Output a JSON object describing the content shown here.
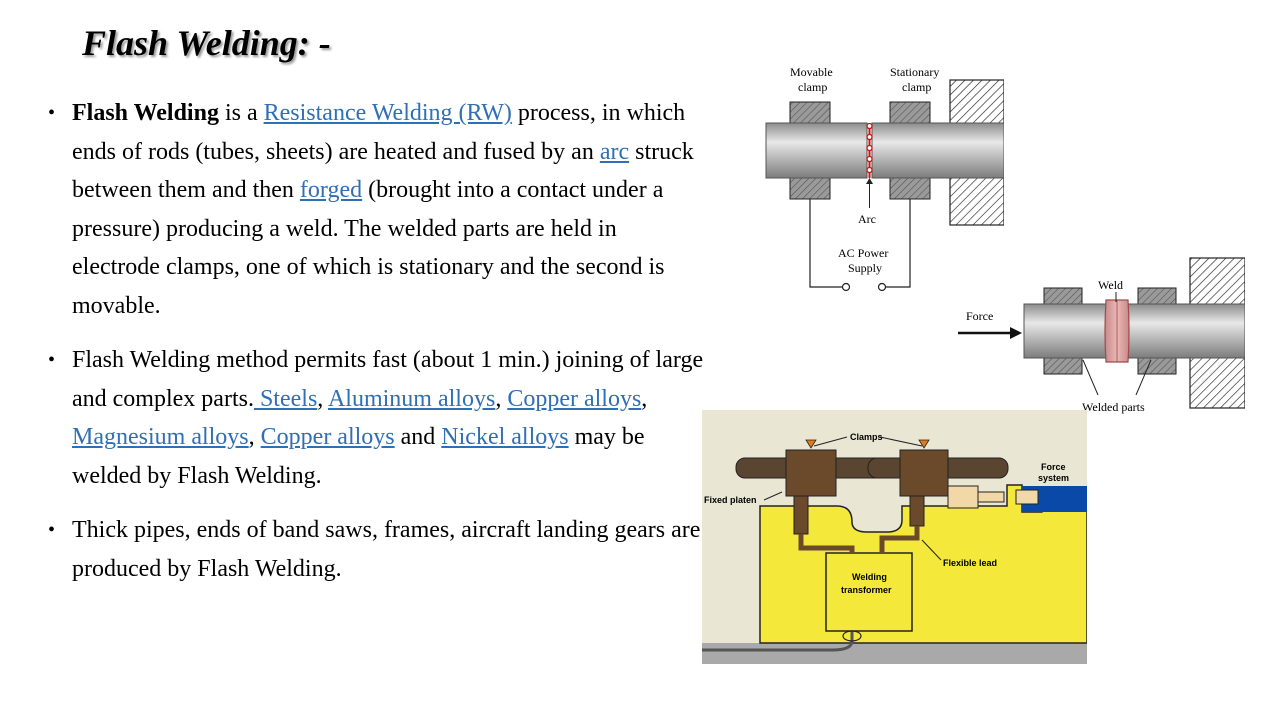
{
  "slide": {
    "title": "Flash Welding: -",
    "bullets": [
      {
        "bold": "Flash Welding",
        "t1": " is a ",
        "link_rw": "Resistance Welding (RW)",
        "t2": " process, in which ends of rods (tubes, sheets) are heated and fused by an ",
        "link_arc": "arc",
        "t3": " struck between them and then ",
        "link_forged": "forged",
        "t4": " (brought into a contact under a pressure) producing a weld. The welded parts are held in electrode clamps, one of which is stationary and the second is movable."
      },
      {
        "t1": "Flash Welding method permits fast (about 1 min.) joining of large and complex parts.",
        "link_steels": " Steels",
        "sep1": ", ",
        "link_aluminum": "Aluminum alloys",
        "sep2": ", ",
        "link_copper1": "Copper alloys",
        "sep3": ", ",
        "link_magnesium": "Magnesium alloys",
        "sep4": ", ",
        "link_copper2": "Copper alloys",
        "sep5": " and ",
        "link_nickel": "Nickel alloys",
        "t2": " may be welded by Flash Welding."
      },
      {
        "text": "Thick pipes, ends of band saws, frames, aircraft landing gears are produced by Flash Welding."
      }
    ]
  },
  "figure1": {
    "movable_line1": "Movable",
    "movable_line2": "clamp",
    "stationary_line1": "Stationary",
    "stationary_line2": "clamp",
    "arc": "Arc",
    "supply_line1": "AC Power",
    "supply_line2": "Supply"
  },
  "figure2": {
    "force": "Force",
    "weld": "Weld",
    "welded_parts": "Welded parts"
  },
  "figure3": {
    "clamps": "Clamps",
    "force_line1": "Force",
    "force_line2": "system",
    "fixed_platen": "Fixed platen",
    "flexible_lead": "Flexible lead",
    "transformer_line1": "Welding",
    "transformer_line2": "transformer"
  },
  "colors": {
    "link": "#2e6fb5",
    "machine_yellow": "#f4e93a",
    "steel_gray": "#b9b9b9",
    "arc_red": "#cc1111",
    "clamp_brown": "#6b4a2c"
  }
}
